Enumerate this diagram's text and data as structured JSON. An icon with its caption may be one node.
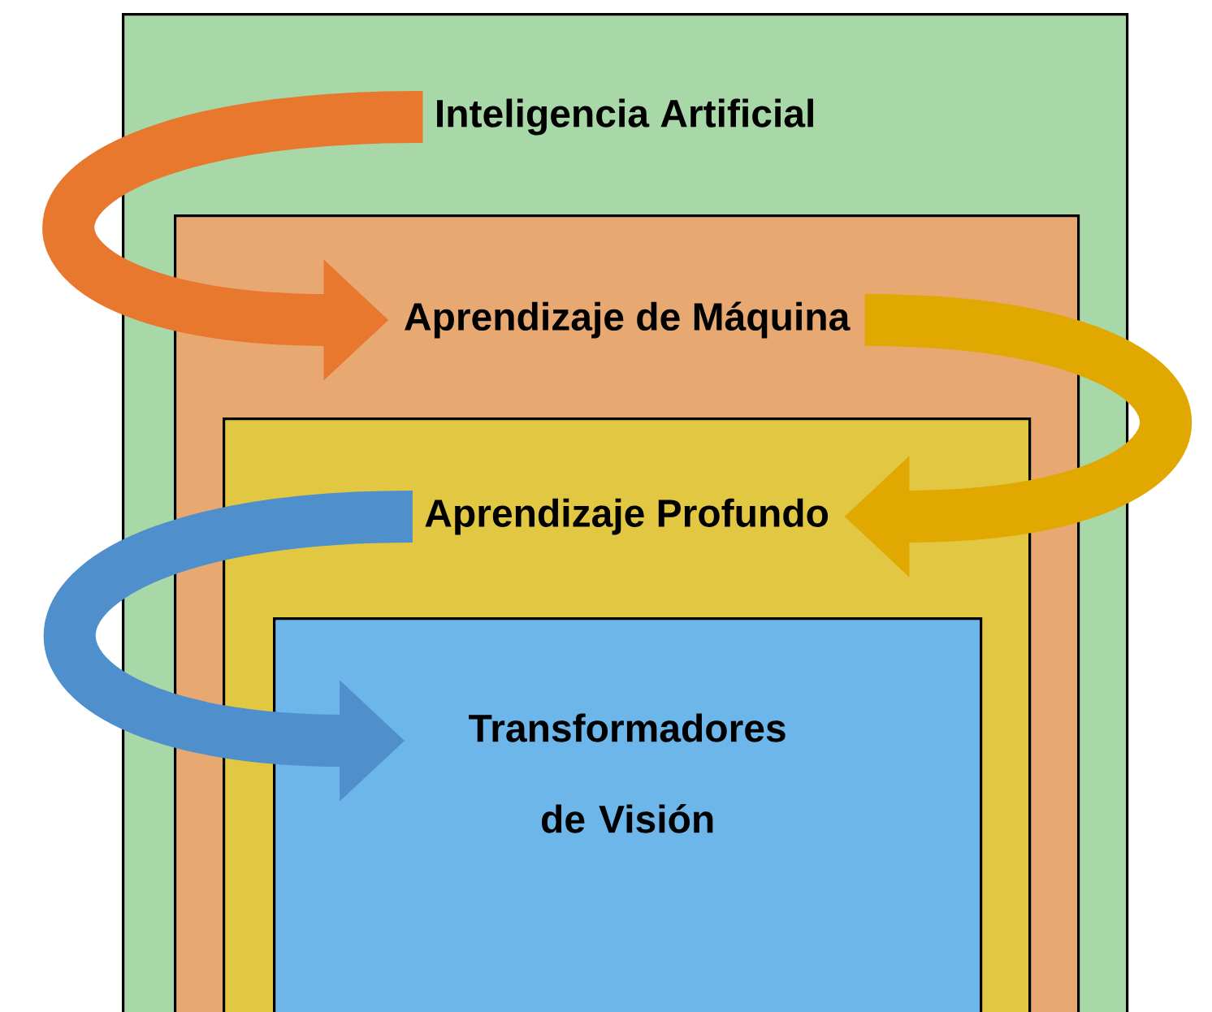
{
  "diagram": {
    "nodes": [
      {
        "text": [
          "Inteligencia Artificial"
        ]
      },
      {
        "text": [
          "Aprendizaje de Máquina"
        ],
        "in": 0
      },
      {
        "text": [
          "Aprendizaje Profundo"
        ],
        "in": 1
      },
      {
        "text": [
          "Transformadores de Visión"
        ],
        "in": 2
      }
    ],
    "edges": [
      {
        "from": 0,
        "to": 1,
        "arrow": "to",
        "color": "#e8782e"
      },
      {
        "from": 1,
        "to": 2,
        "arrow": "to",
        "color": "#e0a800"
      },
      {
        "from": 2,
        "to": 3,
        "arrow": "to",
        "color": "#4f8fcc"
      }
    ]
  }
}
